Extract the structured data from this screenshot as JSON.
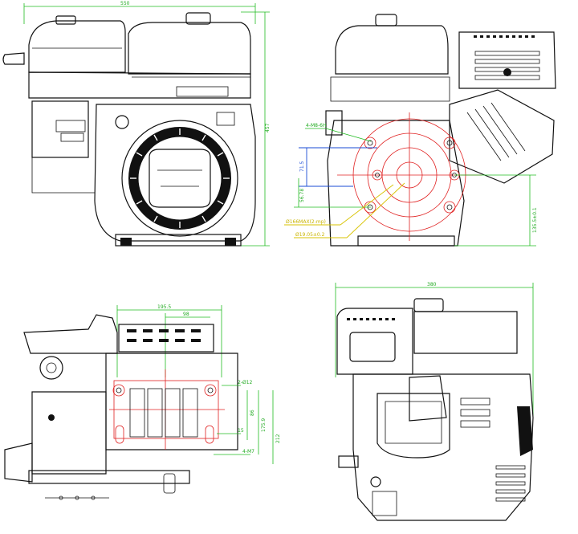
{
  "colors": {
    "outline": "#111111",
    "dimension": "#22bb22",
    "center_lines": "#e02020",
    "datum": "#1a4bd6",
    "callout": "#d8c300"
  },
  "views": {
    "front": {
      "dim_width": "550",
      "dim_height": "457"
    },
    "side": {
      "callout_holes": "4-M8-6H",
      "dim_71_5": "71.5",
      "dim_56_78": "56.78",
      "callout_shaft": "Ø166MAX(2-mp)",
      "callout_key": "Ø19.05±0.2",
      "dim_135": "135.5±0.1"
    },
    "bottom": {
      "dim_195_5": "195.5",
      "dim_98": "98",
      "callout_2_012": "2-Ø12",
      "dim_86": "86",
      "dim_175_9": "175.9",
      "dim_212": "212",
      "callout_4_m7": "4-M7",
      "dim_15": "15"
    },
    "rear": {
      "dim_width": "380"
    }
  }
}
